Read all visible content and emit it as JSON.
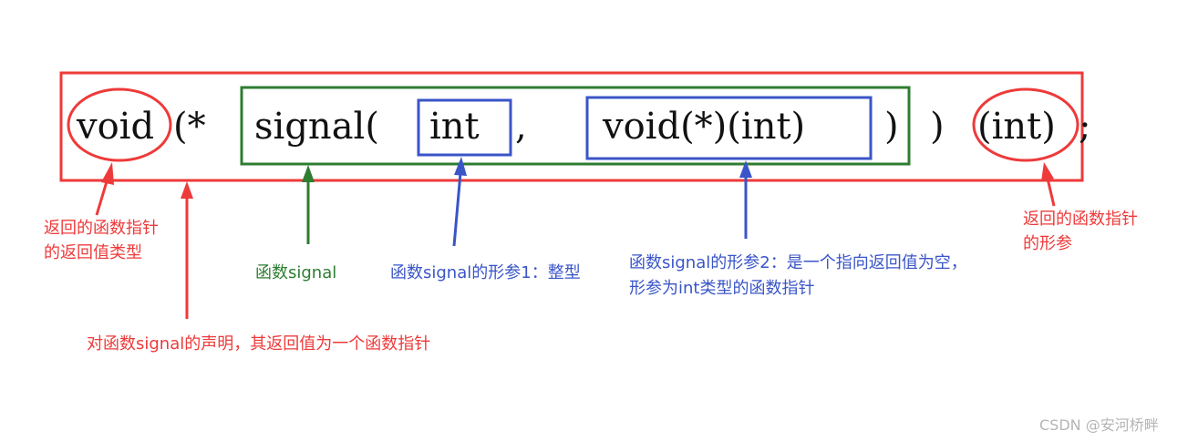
{
  "code": {
    "void1": "void",
    "paren_star": "(*",
    "signal": "signal(",
    "int1": "int",
    "comma": ",",
    "void2": "void(*)(int)",
    "close1": ")",
    "close2": ")",
    "int2": "(int)",
    "semicolon": ";"
  },
  "annotations": {
    "return_ptr_type": [
      "返回的函数指针",
      "的返回值类型"
    ],
    "declaration": "对函数signal的声明，其返回值为一个函数指针",
    "func_signal": "函数signal",
    "param1": "函数signal的形参1：整型",
    "param2": [
      "函数signal的形参2：是一个指向返回值为空，",
      "形参为int类型的函数指针"
    ],
    "return_ptr_param": [
      "返回的函数指针",
      "的形参"
    ]
  },
  "watermark": "CSDN @安河桥畔",
  "colors": {
    "red": "#ee3a3a",
    "green": "#2e7d32",
    "blue": "#3a55c8",
    "text": "#111111"
  }
}
